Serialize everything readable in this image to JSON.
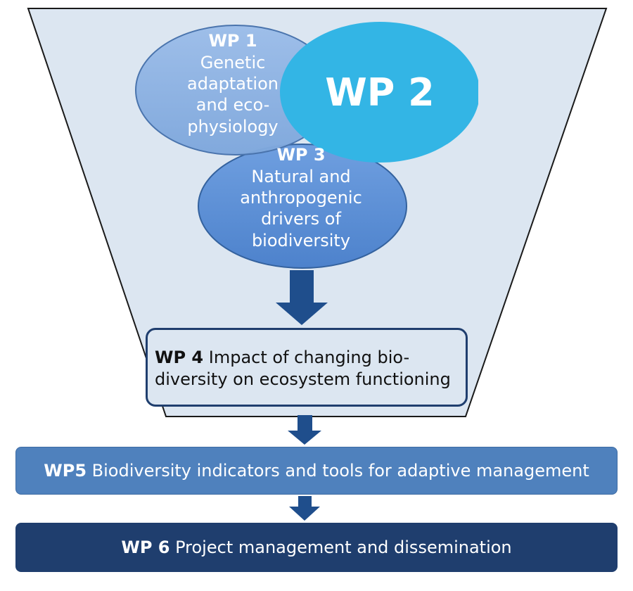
{
  "wp1": {
    "heading": "WP 1",
    "lines": [
      "Genetic",
      "adaptation",
      "and eco-",
      "physiology"
    ]
  },
  "wp2": {
    "heading": "WP 2"
  },
  "wp3": {
    "heading": "WP 3",
    "lines": [
      "Natural and",
      "anthropogenic",
      "drivers of",
      "biodiversity"
    ]
  },
  "wp4": {
    "heading": "WP 4",
    "text_line1": "Impact of changing bio-",
    "text_line2": "diversity on ecosystem functioning"
  },
  "wp5": {
    "heading": "WP5",
    "text": "Biodiversity indicators and tools for adaptive management"
  },
  "wp6": {
    "heading": "WP 6",
    "text": "Project management and dissemination"
  },
  "colors": {
    "funnel": "#dce6f1",
    "wp1": "#8eb4e3",
    "wp2": "#33b5e5",
    "wp3": "#5b8fd6",
    "arrow": "#1f4e8c",
    "wp5": "#4f81bd",
    "wp6": "#1f3e6e"
  }
}
